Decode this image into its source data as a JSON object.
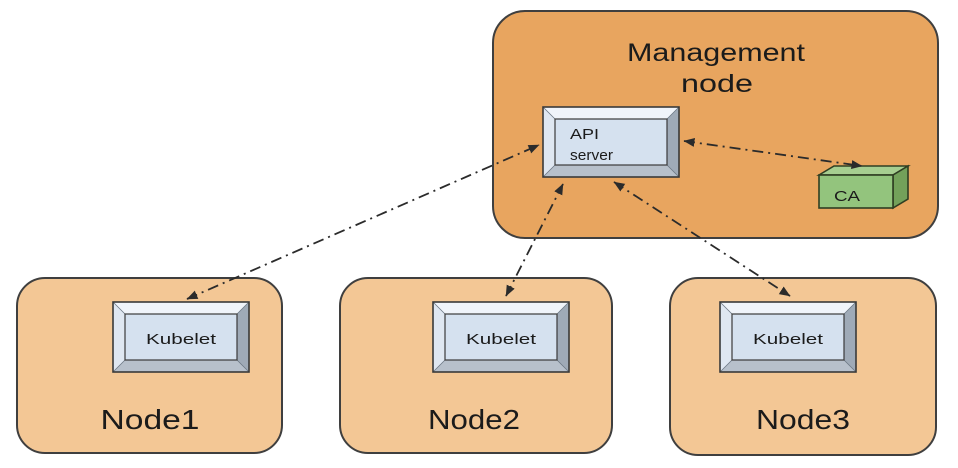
{
  "diagram": {
    "type": "architecture-diagram",
    "management_node": {
      "label_line1": "Management",
      "label_line2": "node",
      "api_server": {
        "label_line1": "API",
        "label_line2": "server"
      },
      "ca": {
        "label": "CA"
      }
    },
    "worker_nodes": [
      {
        "label": "Node1",
        "component": "Kubelet"
      },
      {
        "label": "Node2",
        "component": "Kubelet"
      },
      {
        "label": "Node3",
        "component": "Kubelet"
      }
    ],
    "edges": [
      {
        "from": "Kubelet (Node1)",
        "to": "API server",
        "style": "dash-dot",
        "bidirectional": true
      },
      {
        "from": "Kubelet (Node2)",
        "to": "API server",
        "style": "dash-dot",
        "bidirectional": true
      },
      {
        "from": "Kubelet (Node3)",
        "to": "API server",
        "style": "dash-dot",
        "bidirectional": true
      },
      {
        "from": "API server",
        "to": "CA",
        "style": "dash-dot",
        "bidirectional": true
      }
    ],
    "colors": {
      "management_node_fill": "#E8A55F",
      "worker_node_fill": "#F3C795",
      "container_outline": "#3F3F3F",
      "bevel_box_face": "#D5E1EF",
      "bevel_light": "#F0F4FA",
      "bevel_dark": "#9FAAB7",
      "ca_front": "#93C47D",
      "ca_top": "#A6CE90",
      "ca_side": "#73A15A",
      "arrow": "#2B2B2B",
      "background": "#FFFFFF"
    }
  }
}
